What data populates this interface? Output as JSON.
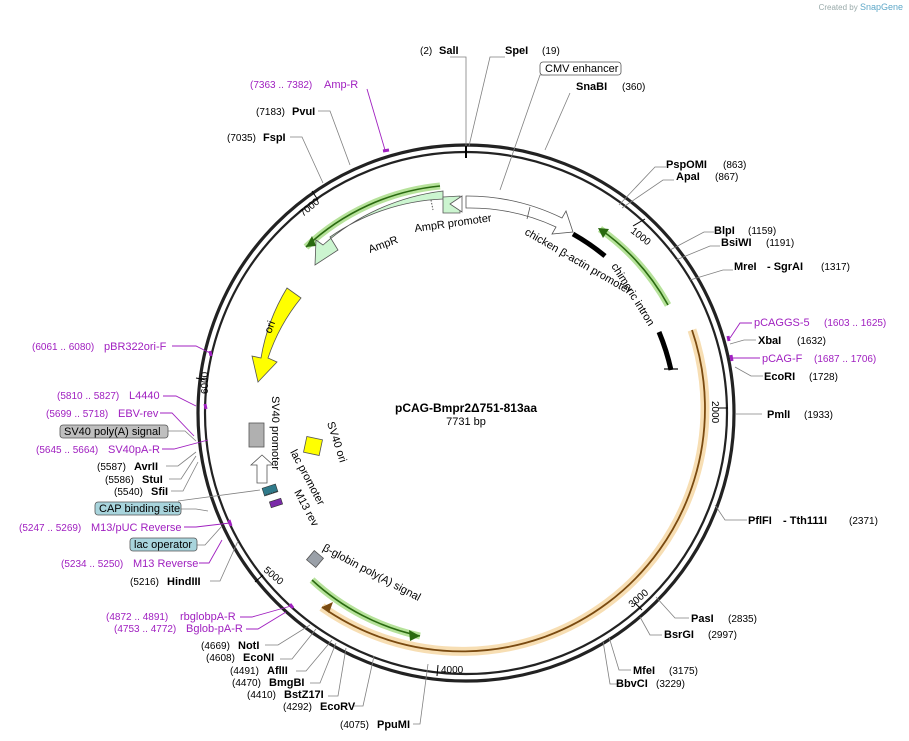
{
  "brand": {
    "created_by": "Created by",
    "name": "SnapGene"
  },
  "plasmid": {
    "name": "pCAG-Bmpr2Δ751-813aa",
    "length_label": "7731 bp"
  },
  "ticks": [
    "1000",
    "2000",
    "3000",
    "4000",
    "5000",
    "6000",
    "7000"
  ],
  "sites_top": [
    {
      "pos": "(2)",
      "name": "SalI"
    },
    {
      "pos": "(19)",
      "name": "SpeI"
    },
    {
      "name": "CMV enhancer"
    },
    {
      "pos": "(360)",
      "name": "SnaBI"
    }
  ],
  "sites_right": [
    {
      "name": "PspOMI",
      "pos": "(863)"
    },
    {
      "name": "ApaI",
      "pos": "(867)"
    },
    {
      "name": "BlpI",
      "pos": "(1159)"
    },
    {
      "name": "BsiWI",
      "pos": "(1191)"
    },
    {
      "name": "MreI",
      "name2": "- SgrAI",
      "pos": "(1317)"
    },
    {
      "name": "pCAGGS-5",
      "pos": "(1603 .. 1625)"
    },
    {
      "name": "XbaI",
      "pos": "(1632)"
    },
    {
      "name": "pCAG-F",
      "pos": "(1687 .. 1706)"
    },
    {
      "name": "EcoRI",
      "pos": "(1728)"
    },
    {
      "name": "PmlI",
      "pos": "(1933)"
    },
    {
      "name": "PflFI",
      "name2": "- Tth111I",
      "pos": "(2371)"
    },
    {
      "name": "PasI",
      "pos": "(2835)"
    },
    {
      "name": "BsrGI",
      "pos": "(2997)"
    },
    {
      "name": "MfeI",
      "pos": "(3175)"
    },
    {
      "name": "BbvCI",
      "pos": "(3229)"
    }
  ],
  "sites_bottom": [
    {
      "pos": "(4669)",
      "name": "NotI"
    },
    {
      "pos": "(4608)",
      "name": "EcoNI"
    },
    {
      "pos": "(4491)",
      "name": "AflII"
    },
    {
      "pos": "(4470)",
      "name": "BmgBI"
    },
    {
      "pos": "(4410)",
      "name": "BstZ17I"
    },
    {
      "pos": "(4292)",
      "name": "EcoRV"
    },
    {
      "pos": "(4075)",
      "name": "PpuMI"
    }
  ],
  "sites_left": [
    {
      "pos": "(7363 .. 7382)",
      "name": "Amp-R"
    },
    {
      "pos": "(7183)",
      "name": "PvuI"
    },
    {
      "pos": "(7035)",
      "name": "FspI"
    },
    {
      "pos": "(6061 .. 6080)",
      "name": "pBR322ori-F"
    },
    {
      "pos": "(5810 .. 5827)",
      "name": "L4440"
    },
    {
      "pos": "(5699 .. 5718)",
      "name": "EBV-rev"
    },
    {
      "name": "SV40 poly(A) signal"
    },
    {
      "pos": "(5645 .. 5664)",
      "name": "SV40pA-R"
    },
    {
      "pos": "(5587)",
      "name": "AvrII"
    },
    {
      "pos": "(5586)",
      "name": "StuI"
    },
    {
      "pos": "(5540)",
      "name": "SfiI"
    },
    {
      "name": "CAP binding site"
    },
    {
      "pos": "(5247 .. 5269)",
      "name": "M13/pUC Reverse"
    },
    {
      "name": "lac operator"
    },
    {
      "pos": "(5234 .. 5250)",
      "name": "M13 Reverse"
    },
    {
      "pos": "(5216)",
      "name": "HindIII"
    },
    {
      "pos": "(4872 .. 4891)",
      "name": "rbglobpA-R"
    },
    {
      "pos": "(4753 .. 4772)",
      "name": "Bglob-pA-R"
    }
  ],
  "features": {
    "ampr_promoter": "AmpR promoter",
    "ampr": "AmpR",
    "chicken_promoter": "chicken β-actin promoter",
    "chimeric_intron": "chimeric intron",
    "ori": "ori",
    "sv40_promoter": "SV40 promoter",
    "sv40_ori": "SV40 ori",
    "lac_promoter": "lac promoter",
    "m13_rev": "M13 rev",
    "bglobin": "β-globin poly(A) signal"
  },
  "colors": {
    "backbone": "#222222",
    "ampr": "#ccf5d0",
    "ori": "#ffff00",
    "primer": "#a020c0",
    "gene_orange": "#f5c882",
    "gene_green": "#9ad66a",
    "boxed_label_fill": "#a8d4dc",
    "grey_box": "#bfbfbf"
  }
}
